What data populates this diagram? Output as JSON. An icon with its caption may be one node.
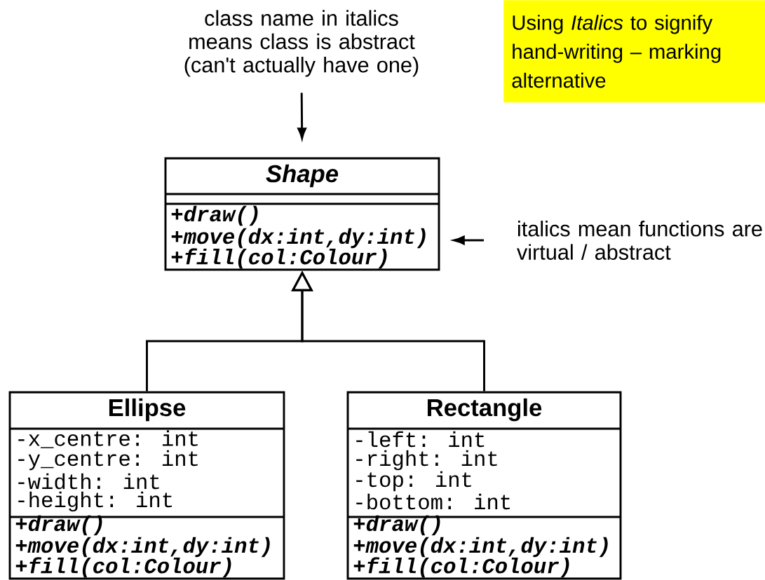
{
  "diagram": {
    "nodes": [
      {
        "text": [
          "class name in italics means class is abstract (can't actually have one)"
        ]
      },
      {
        "text": [
          "Using *Italics* to signify hand-writing – marking alternative"
        ]
      },
      {
        "text": [
          "Shape",
          "+draw()",
          "+move(dx:int,dy:int)",
          "+fill(col:Colour)"
        ]
      },
      {
        "text": [
          "italics mean functions are virtual / abstract"
        ]
      },
      {
        "text": [
          "Ellipse",
          "-x_centre: int",
          "-y_centre: int",
          "-width: int",
          "-height: int",
          "+draw()",
          "+move(dx:int,dy:int)",
          "+fill(col:Colour)"
        ]
      },
      {
        "text": [
          "Rectangle",
          "-left: int",
          "-right: int",
          "-top: int",
          "-bottom: int",
          "+draw()",
          "+move(dx:int,dy:int)",
          "+fill(col:Colour)"
        ]
      }
    ],
    "edges": [
      {
        "from": 0,
        "to": 2,
        "arrow": "to"
      },
      {
        "from": 3,
        "to": 2,
        "arrow": "to"
      },
      {
        "from": 4,
        "to": 2,
        "arrow": "to"
      },
      {
        "from": 5,
        "to": 2,
        "arrow": "to"
      }
    ]
  }
}
